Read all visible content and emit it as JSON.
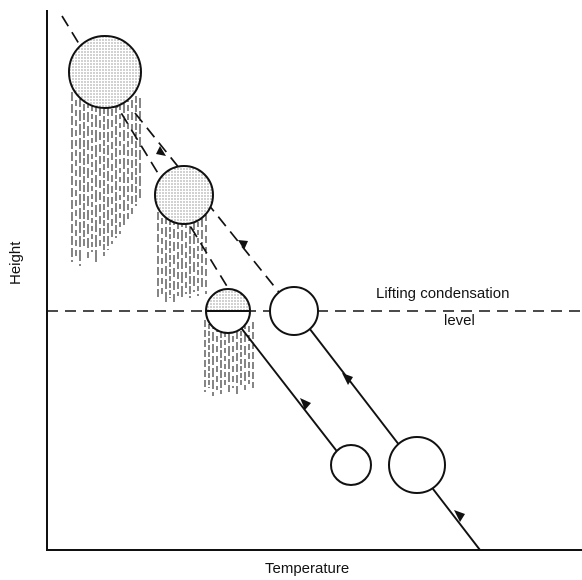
{
  "labels": {
    "x_axis": "Temperature",
    "y_axis": "Height",
    "lcl_line1": "Lifting condensation",
    "lcl_line2": "level"
  },
  "colors": {
    "ink": "#111111",
    "background": "#ffffff"
  }
}
